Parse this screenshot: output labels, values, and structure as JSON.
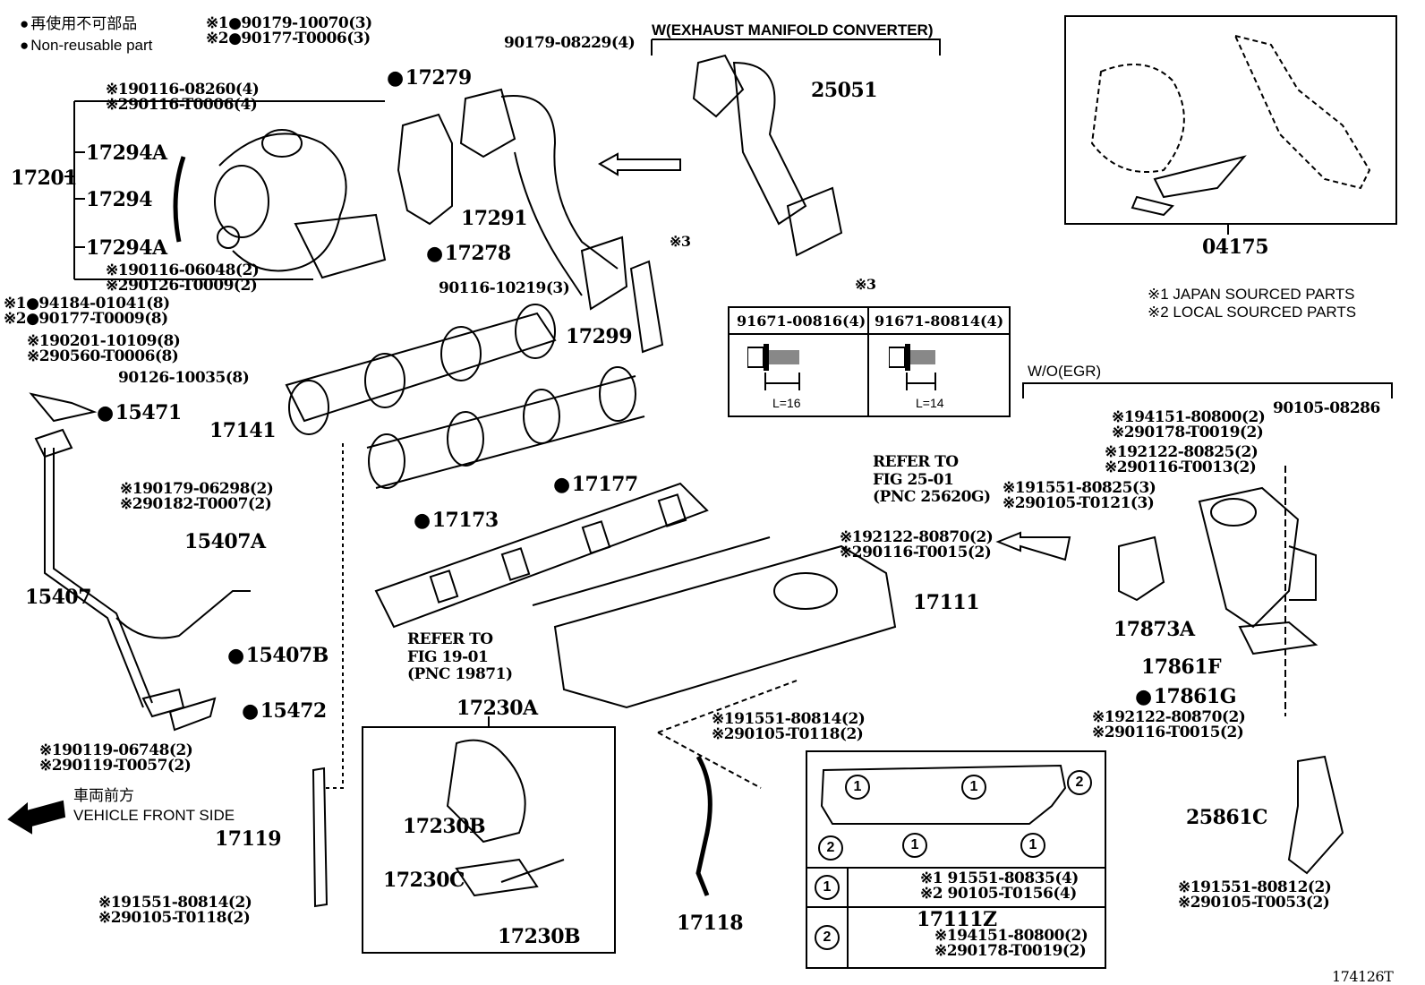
{
  "legend": {
    "non_reusable_jp": "再使用不可部品",
    "non_reusable_en": "Non-reusable part",
    "note1": "※1 JAPAN SOURCED PARTS",
    "note2": "※2 LOCAL SOURCED PARTS"
  },
  "direction": {
    "jp": "車両前方",
    "en": "VEHICLE FRONT SIDE"
  },
  "figure_id": "174126T",
  "sections": {
    "exhaust_converter": "W(EXHAUST MANIFOLD CONVERTER)",
    "wo_egr": "W/O(EGR)",
    "note3": "※3"
  },
  "parts": {
    "p17201": "17201",
    "p17294A_top": "17294A",
    "p17294": "17294",
    "p17294A_bottom": "17294A",
    "p17279": "17279",
    "p17278": "17278",
    "p17291": "17291",
    "p25051": "25051",
    "p04175": "04175",
    "p17299": "17299",
    "p17141": "17141",
    "p15471": "15471",
    "p17173": "17173",
    "p17177": "17177",
    "p15407": "15407",
    "p15407A": "15407A",
    "p15407B": "15407B",
    "p15472": "15472",
    "p17111": "17111",
    "p17873A": "17873A",
    "p17861F": "17861F",
    "p17861G": "17861G",
    "p17230A": "17230A",
    "p17230B_top": "17230B",
    "p17230C": "17230C",
    "p17230B_bottom": "17230B",
    "p17119": "17119",
    "p17118": "17118",
    "p25861C": "25861C",
    "p17111Z": "17111Z"
  },
  "fasteners": {
    "nut_top_1": "※1●90179-10070(3)",
    "nut_top_2": "※2●90177-T0006(3)",
    "stud_turbo_1": "※190116-08260(4)",
    "stud_turbo_2": "※290116-T0006(4)",
    "nut_pipe": "90179-08229(4)",
    "stud_turbo_bottom_1": "※190116-06048(2)",
    "stud_turbo_bottom_2": "※290126-T0009(2)",
    "stud_manifold": "90116-10219(3)",
    "nut_manifold_1": "※1●94184-01041(8)",
    "nut_manifold_2": "※2●90177-T0009(8)",
    "washer_1": "※190201-10109(8)",
    "washer_2": "※290560-T0006(8)",
    "stud_exhaust": "90126-10035(8)",
    "nut_oilpipe_1": "※190179-06298(2)",
    "nut_oilpipe_2": "※290182-T0007(2)",
    "bolt_oilpipe_1": "※190119-06748(2)",
    "bolt_oilpipe_2": "※290119-T0057(2)",
    "bolt_17119_1": "※191551-80814(2)",
    "bolt_17119_2": "※290105-T0118(2)",
    "bolt_17118_1": "※191551-80814(2)",
    "bolt_17118_2": "※290105-T0118(2)",
    "stud_intake_1": "※192122-80870(2)",
    "stud_intake_2": "※290116-T0015(2)",
    "nut_egr_1": "※194151-80800(2)",
    "nut_egr_2": "※290178-T0019(2)",
    "stud_egr_1": "※192122-80825(2)",
    "stud_egr_2": "※290116-T0013(2)",
    "bolt_egr_1": "※191551-80825(3)",
    "bolt_egr_2": "※290105-T0121(3)",
    "bolt_egr_top": "90105-08286",
    "stud_17861_1": "※192122-80870(2)",
    "stud_17861_2": "※290116-T0015(2)",
    "bolt_25861_1": "※191551-80812(2)",
    "bolt_25861_2": "※290105-T0053(2)"
  },
  "refer_gasket": {
    "line1": "REFER TO",
    "line2": "FIG 25-01",
    "line3": "(PNC 25620G)"
  },
  "refer_rail": {
    "line1": "REFER TO",
    "line2": "FIG 19-01",
    "line3": "(PNC 19871)"
  },
  "note3_table": {
    "col1_part": "91671-00816(4)",
    "col1_length": "L=16",
    "col2_part": "91671-80814(4)",
    "col2_length": "L=14"
  },
  "intake_bolt_table": {
    "marker1": "1",
    "marker2": "2",
    "row1_part_1": "※1 91551-80835(4)",
    "row1_part_2": "※2 90105-T0156(4)",
    "row2_part_main": "17111Z",
    "row2_part_1": "※194151-80800(2)",
    "row2_part_2": "※290178-T0019(2)"
  }
}
